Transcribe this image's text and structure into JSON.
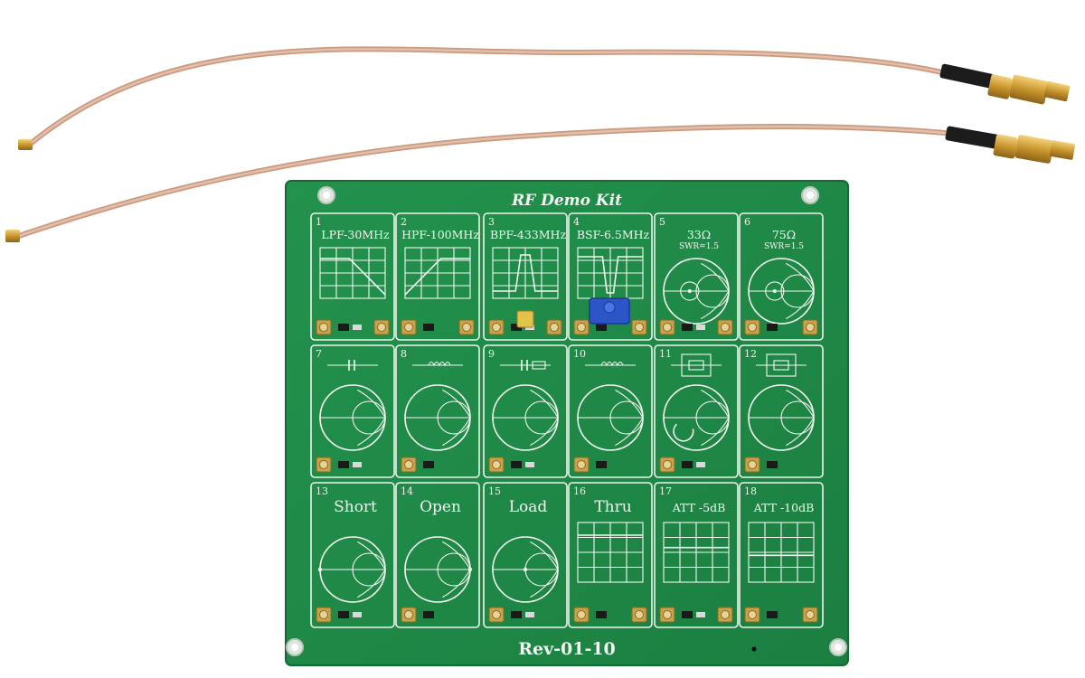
{
  "board": {
    "title": "RF Demo Kit",
    "revision": "Rev-01-10",
    "pcb_color": "#1f8a47",
    "silkscreen_color": "#f4f7f1"
  },
  "modules": [
    {
      "number": "1",
      "label": "LPF-30MHz",
      "sublabel": "",
      "kind": "grid-lpf"
    },
    {
      "number": "2",
      "label": "HPF-100MHz",
      "sublabel": "",
      "kind": "grid-hpf"
    },
    {
      "number": "3",
      "label": "BPF-433MHz",
      "sublabel": "",
      "kind": "grid-bpf"
    },
    {
      "number": "4",
      "label": "BSF-6.5MHz",
      "sublabel": "",
      "kind": "grid-bsf"
    },
    {
      "number": "5",
      "label": "33Ω",
      "sublabel": "SWR=1.5",
      "kind": "smith"
    },
    {
      "number": "6",
      "label": "75Ω",
      "sublabel": "SWR=1.5",
      "kind": "smith"
    },
    {
      "number": "7",
      "label": "",
      "sublabel": "",
      "kind": "smith-cap"
    },
    {
      "number": "8",
      "label": "",
      "sublabel": "",
      "kind": "smith-ind"
    },
    {
      "number": "9",
      "label": "",
      "sublabel": "",
      "kind": "smith-rc"
    },
    {
      "number": "10",
      "label": "",
      "sublabel": "",
      "kind": "smith-lc"
    },
    {
      "number": "11",
      "label": "",
      "sublabel": "",
      "kind": "smith-res"
    },
    {
      "number": "12",
      "label": "",
      "sublabel": "",
      "kind": "smith-res2"
    },
    {
      "number": "13",
      "label": "Short",
      "sublabel": "",
      "kind": "smith-short"
    },
    {
      "number": "14",
      "label": "Open",
      "sublabel": "",
      "kind": "smith-open"
    },
    {
      "number": "15",
      "label": "Load",
      "sublabel": "",
      "kind": "smith-load"
    },
    {
      "number": "16",
      "label": "Thru",
      "sublabel": "",
      "kind": "grid-thru"
    },
    {
      "number": "17",
      "label": "ATT -5dB",
      "sublabel": "",
      "kind": "grid-att5"
    },
    {
      "number": "18",
      "label": "ATT -10dB",
      "sublabel": "",
      "kind": "grid-att10"
    }
  ],
  "cables": [
    {
      "name": "upper-cable",
      "jacket_color": "#d9a98e",
      "connector_color": "#d6aa3c"
    },
    {
      "name": "lower-cable",
      "jacket_color": "#d9a98e",
      "connector_color": "#d6aa3c"
    }
  ]
}
